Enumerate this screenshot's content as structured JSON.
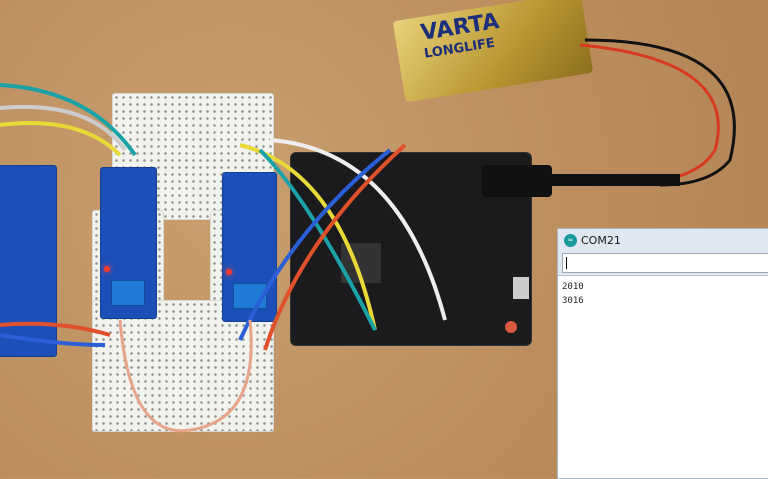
{
  "battery": {
    "brand": "VARTA",
    "line": "LONGLIFE"
  },
  "serial_monitor": {
    "title": "COM21",
    "input_value": "",
    "output_lines": [
      "2010",
      "3016"
    ],
    "icon": "arduino-logo-icon"
  }
}
